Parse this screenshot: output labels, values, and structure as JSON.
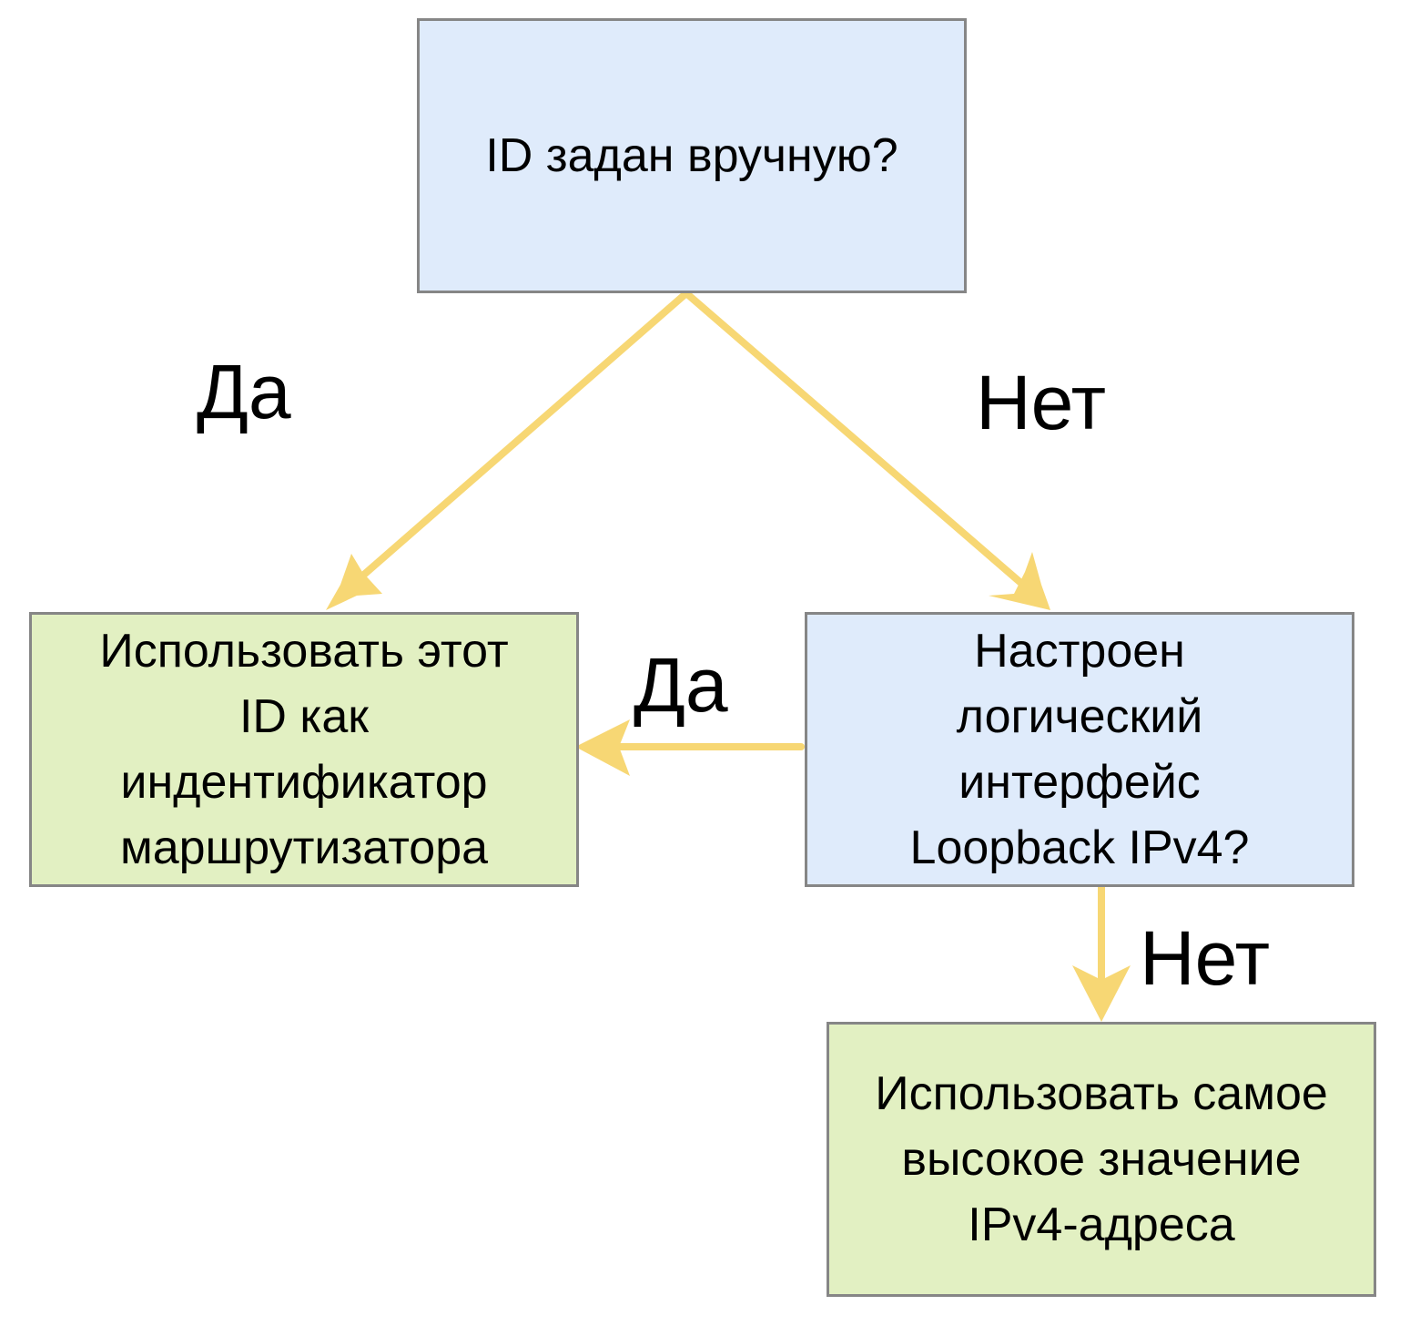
{
  "nodes": {
    "start": {
      "text": "ID задан вручную?"
    },
    "use_id": {
      "text": "Использовать этот\nID как\nиндентификатор\nмаршрутизатора"
    },
    "loopback": {
      "text": "Настроен\nлогический\nинтерфейс\nLoopback IPv4?"
    },
    "highest": {
      "text": "Использовать самое\nвысокое значение\nIPv4-адреса"
    }
  },
  "edges": {
    "start_yes": {
      "label": "Да"
    },
    "start_no": {
      "label": "Нет"
    },
    "loopback_yes": {
      "label": "Да"
    },
    "loopback_no": {
      "label": "Нет"
    }
  },
  "colors": {
    "decision_fill": "#dfebfb",
    "action_fill": "#e2f0c2",
    "border": "#868686",
    "arrow": "#f7d774"
  }
}
